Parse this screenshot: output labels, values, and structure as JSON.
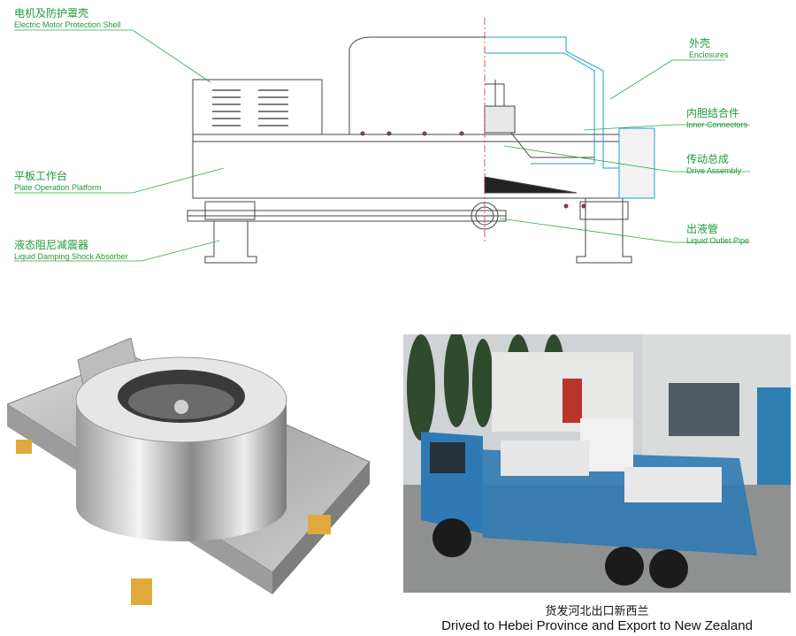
{
  "diagram": {
    "labels": {
      "motor_shell": {
        "cn": "电机及防护罩壳",
        "en": "Electric Motor Protection Shell"
      },
      "platform": {
        "cn": "平板工作台",
        "en": "Plate Operation Platform"
      },
      "absorber": {
        "cn": "液态阻尼减震器",
        "en": "Liquid Damping Shock Absorber"
      },
      "enclosure": {
        "cn": "外壳",
        "en": "Enclosures"
      },
      "connectors": {
        "cn": "内胆结合件",
        "en": "Inner Connectors"
      },
      "drive": {
        "cn": "传动总成",
        "en": "Drive Assembly"
      },
      "outlet": {
        "cn": "出液管",
        "en": "Liquid Outlet Pipe"
      }
    },
    "colors": {
      "label": "#1f9a3a",
      "line": "#2fa84a",
      "drawing": "#444444",
      "section": "#17a3c4"
    }
  },
  "photos": {
    "machine": {
      "icon": "centrifuge-photo"
    },
    "truck": {
      "icon": "truck-photo"
    }
  },
  "caption": {
    "cn": "货发河北出口新西兰",
    "en": "Drived to Hebei Province and Export to New Zealand"
  }
}
